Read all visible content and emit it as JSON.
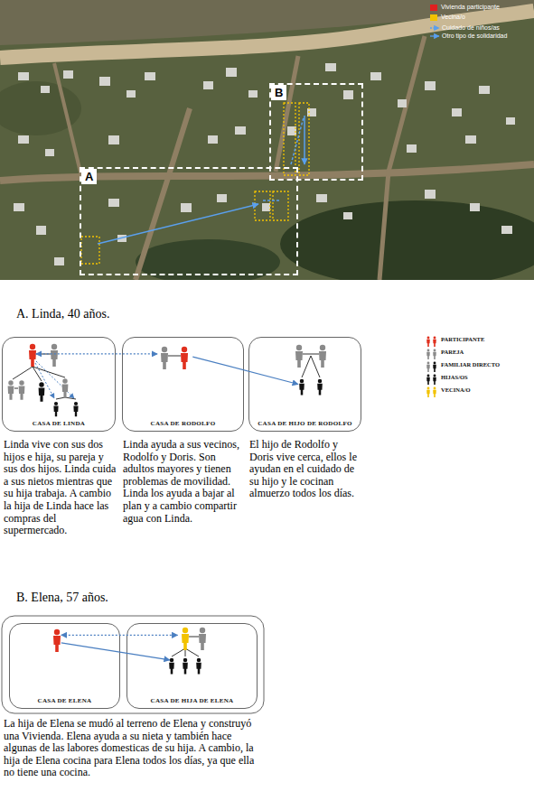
{
  "diagram": {
    "nodes": [
      {
        "text": [
          "B"
        ]
      },
      {
        "text": [
          "A"
        ]
      },
      {
        "text": [
          "CASA DE LINDA"
        ]
      },
      {
        "text": [
          "CASA DE RODOLFO"
        ]
      },
      {
        "text": [
          "CASA DE HIJO DE RODOLFO"
        ]
      },
      {
        "text": [
          "CASA DE ELENA"
        ]
      },
      {
        "text": [
          "CASA DE HIJA DE ELENA"
        ]
      }
    ],
    "edges": [
      {
        "from": 2,
        "to": 3,
        "arrow": "both"
      },
      {
        "from": 3,
        "to": 4,
        "arrow": "to"
      },
      {
        "from": 5,
        "to": 6,
        "arrow": "both"
      },
      {
        "from": 5,
        "to": 6,
        "arrow": "to"
      }
    ],
    "labels": [
      "A. Linda, 40 años.",
      "Linda vive con sus dos hijos e hija, su pareja y sus dos hijos. Linda cuida a sus nietos mientras que su hija trabaja. A cambio la hija de Linda hace las compras del supermercado.",
      "Linda ayuda a sus vecinos, Rodolfo y Doris. Son adultos mayores y tienen problemas de movilidad. Linda los ayuda a bajar al plan y a cambio compartir agua con Linda.",
      "El hijo de Rodolfo y Doris vive cerca, ellos le ayudan en el cuidado de su hijo y le cocinan almuerzo todos los días.",
      "B. Elena, 57 años.",
      "La hija de Elena se mudó al terreno de Elena y construyó una Vivienda. Elena ayuda a su nieta y también hace algunas de las labores domesticas de su hija. A cambio, la hija de Elena cocina para Elena todos los días, ya que ella no tiene una cocina."
    ],
    "legend": [
      {
        "text": "Vivienda participante",
        "color": "#e02020"
      },
      {
        "text": "Vecina/o",
        "color": "#f2c200"
      },
      {
        "text": "Cuidado de niños/as"
      },
      {
        "text": "Otro tipo de solidaridad"
      },
      {
        "text": "PARTICIPANTE"
      },
      {
        "text": "PAREJA"
      },
      {
        "text": "FAMILIAR DIRECTO"
      },
      {
        "text": "HIJAS/OS"
      },
      {
        "text": "VECINA/O"
      }
    ]
  }
}
